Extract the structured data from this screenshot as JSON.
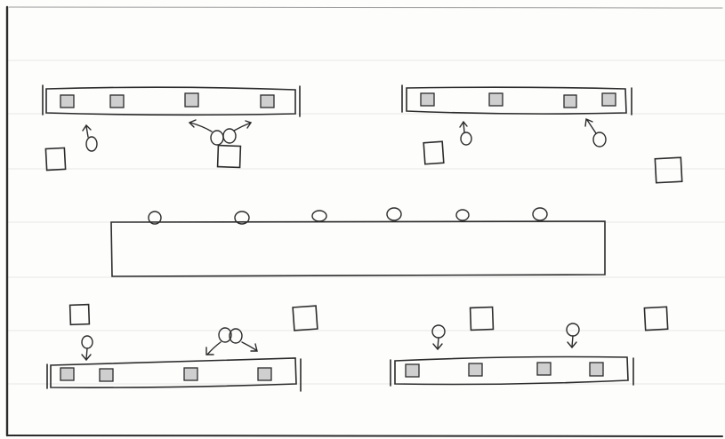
{
  "title": "",
  "colors": {
    "paper": "#fdfdfc",
    "rule_line": "#e6e6e6",
    "ink": "#2b2b2b",
    "hatch": "#6d6d6d"
  },
  "elements": {
    "top_left_bar": {
      "squares": 4,
      "arrows": [
        "up",
        "diverge-up"
      ]
    },
    "top_right_bar": {
      "squares": 4,
      "arrows": [
        "up",
        "up"
      ]
    },
    "center_table": {
      "circles": 6
    },
    "bottom_left_bar": {
      "squares": 4,
      "arrows": [
        "down",
        "diverge-down"
      ]
    },
    "bottom_right_bar": {
      "squares": 4,
      "arrows": [
        "down",
        "down"
      ]
    },
    "empty_boxes": 8
  }
}
